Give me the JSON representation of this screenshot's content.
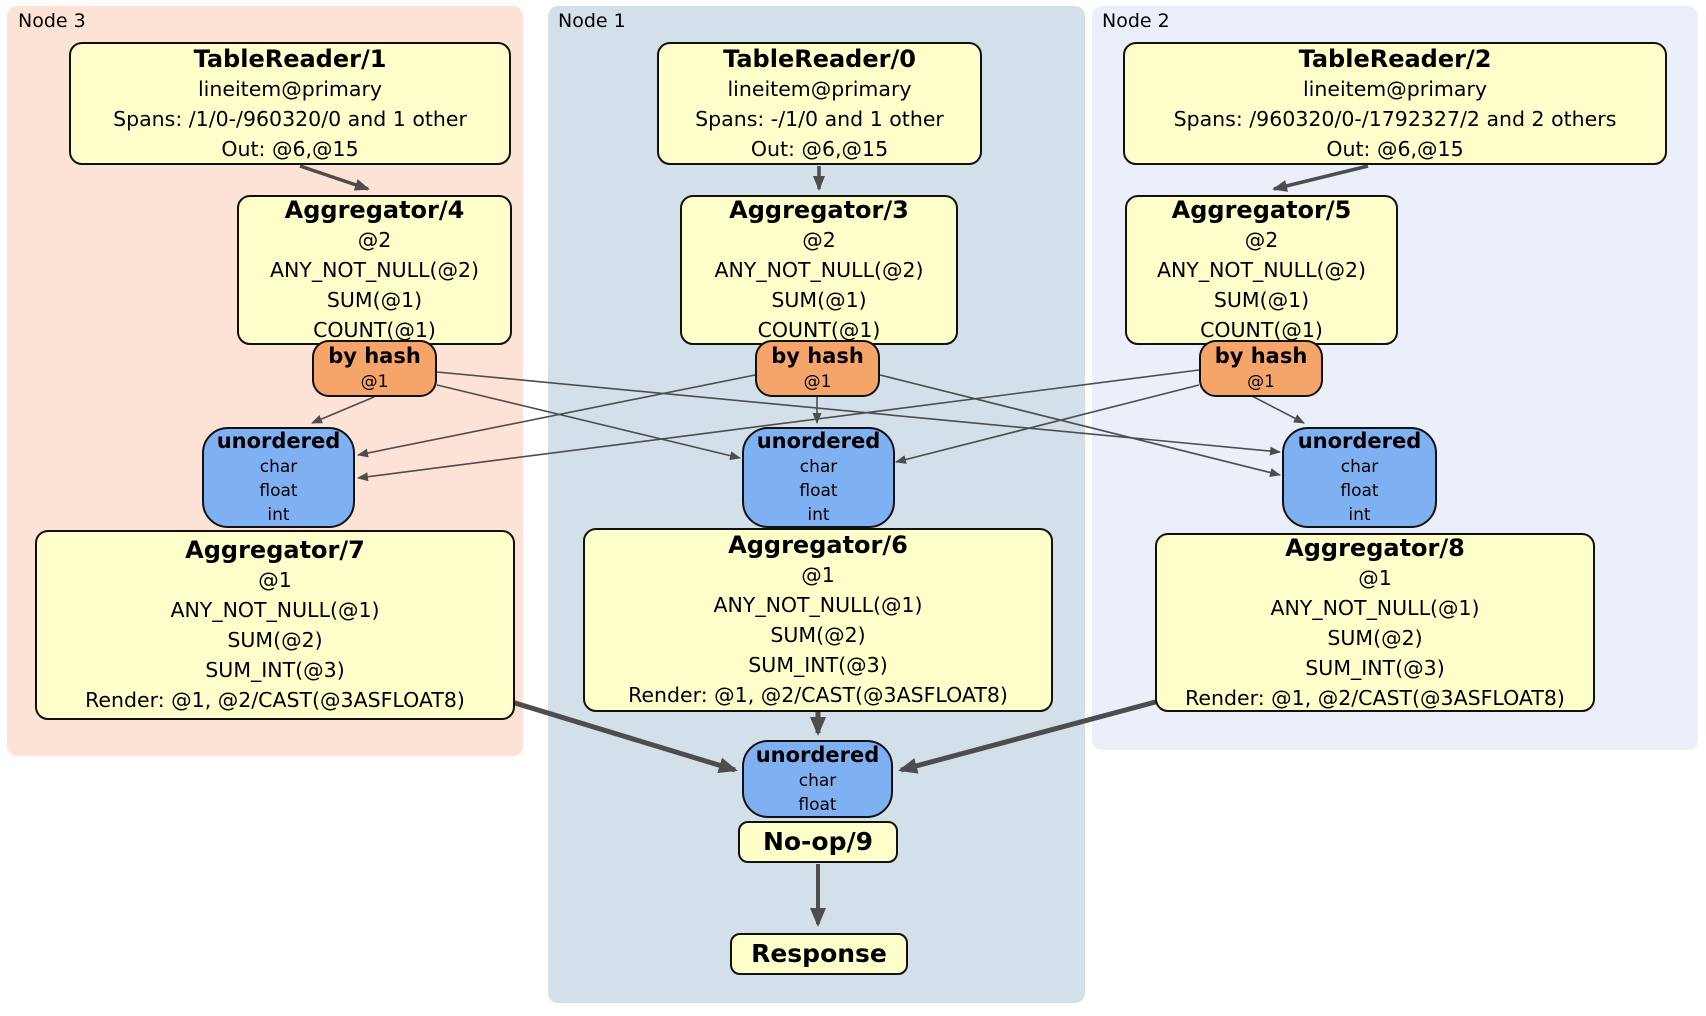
{
  "regions": {
    "node3": {
      "label": "Node 3"
    },
    "node1": {
      "label": "Node 1"
    },
    "node2": {
      "label": "Node 2"
    }
  },
  "nodes": {
    "tr1": {
      "title": "TableReader/1",
      "lines": [
        "lineitem@primary",
        "Spans: /1/0-/960320/0 and 1 other",
        "Out: @6,@15"
      ]
    },
    "tr0": {
      "title": "TableReader/0",
      "lines": [
        "lineitem@primary",
        "Spans: -/1/0 and 1 other",
        "Out: @6,@15"
      ]
    },
    "tr2": {
      "title": "TableReader/2",
      "lines": [
        "lineitem@primary",
        "Spans: /960320/0-/1792327/2 and 2 others",
        "Out: @6,@15"
      ]
    },
    "agg4": {
      "title": "Aggregator/4",
      "lines": [
        "@2",
        "ANY_NOT_NULL(@2)",
        "SUM(@1)",
        "COUNT(@1)"
      ]
    },
    "agg3": {
      "title": "Aggregator/3",
      "lines": [
        "@2",
        "ANY_NOT_NULL(@2)",
        "SUM(@1)",
        "COUNT(@1)"
      ]
    },
    "agg5": {
      "title": "Aggregator/5",
      "lines": [
        "@2",
        "ANY_NOT_NULL(@2)",
        "SUM(@1)",
        "COUNT(@1)"
      ]
    },
    "bh_l": {
      "title": "by hash",
      "lines": [
        "@1"
      ]
    },
    "bh_c": {
      "title": "by hash",
      "lines": [
        "@1"
      ]
    },
    "bh_r": {
      "title": "by hash",
      "lines": [
        "@1"
      ]
    },
    "un_l": {
      "title": "unordered",
      "lines": [
        "char",
        "float",
        "int"
      ]
    },
    "un_c": {
      "title": "unordered",
      "lines": [
        "char",
        "float",
        "int"
      ]
    },
    "un_r": {
      "title": "unordered",
      "lines": [
        "char",
        "float",
        "int"
      ]
    },
    "agg7": {
      "title": "Aggregator/7",
      "lines": [
        "@1",
        "ANY_NOT_NULL(@1)",
        "SUM(@2)",
        "SUM_INT(@3)",
        "Render: @1, @2/CAST(@3ASFLOAT8)"
      ]
    },
    "agg6": {
      "title": "Aggregator/6",
      "lines": [
        "@1",
        "ANY_NOT_NULL(@1)",
        "SUM(@2)",
        "SUM_INT(@3)",
        "Render: @1, @2/CAST(@3ASFLOAT8)"
      ]
    },
    "agg8": {
      "title": "Aggregator/8",
      "lines": [
        "@1",
        "ANY_NOT_NULL(@1)",
        "SUM(@2)",
        "SUM_INT(@3)",
        "Render: @1, @2/CAST(@3ASFLOAT8)"
      ]
    },
    "un_final": {
      "title": "unordered",
      "lines": [
        "char",
        "float"
      ]
    },
    "noop": {
      "title": "No-op/9"
    },
    "response": {
      "title": "Response"
    }
  },
  "colors": {
    "node3_bg": "#fce3d5",
    "node1_bg": "#d3e0ea",
    "node2_bg": "#eaeffa",
    "processor_bg": "#ffffcc",
    "router_bg": "#f5a46a",
    "sync_bg": "#7fb0f1",
    "edge": "#4d4d4d"
  }
}
